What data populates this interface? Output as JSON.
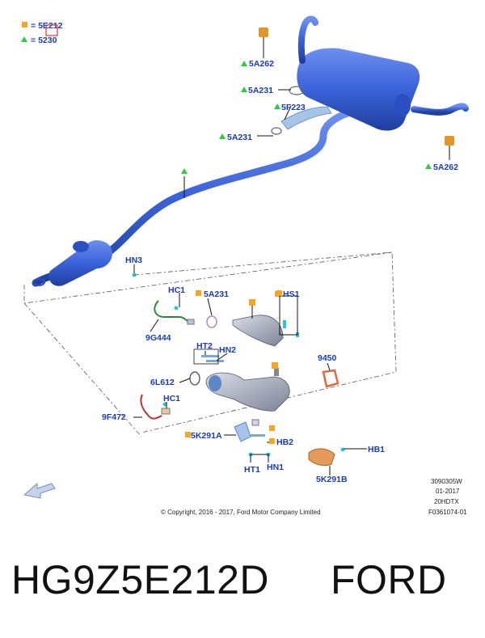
{
  "legend": {
    "square_label": "5E212",
    "triangle_label": "5230",
    "square_color": "#f5a623",
    "triangle_color": "#2ecc40"
  },
  "callouts": {
    "c_5A262_top": "5A262",
    "c_5A231_top": "5A231",
    "c_5F223": "5F223",
    "c_5A231_mid": "5A231",
    "c_5A262_right": "5A262",
    "c_HN3": "HN3",
    "c_HC1_top": "HC1",
    "c_5A231_low": "5A231",
    "c_HS1": "HS1",
    "c_9G444": "9G444",
    "c_HT2": "HT2",
    "c_HN2": "HN2",
    "c_9450": "9450",
    "c_6L612": "6L612",
    "c_HC1_low": "HC1",
    "c_9F472": "9F472",
    "c_5K291A": "5K291A",
    "c_HB2": "HB2",
    "c_HB1": "HB1",
    "c_HT1": "HT1",
    "c_HN1": "HN1",
    "c_5K291B": "5K291B"
  },
  "info": {
    "code1": "3090305W",
    "code2": "01-2017",
    "code3": "20HDTX",
    "code4": "F0361074-01"
  },
  "copyright": "© Copyright, 2016 - 2017, Ford Motor Company Limited",
  "footer": {
    "part_number": "HG9Z5E212D",
    "brand": "FORD"
  },
  "colors": {
    "pipe": "#3a62d9",
    "pipe_dark": "#1f3f9e",
    "callout_text": "#1a3bbf",
    "clip": "#2ec4d6",
    "gasket": "#e06a3a"
  },
  "icons": [
    "orientation-arrow-icon"
  ]
}
